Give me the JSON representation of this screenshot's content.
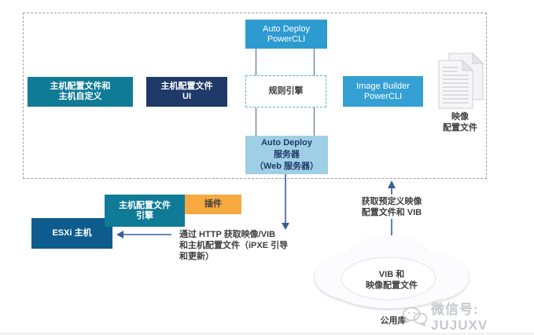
{
  "diagram": {
    "boxes": {
      "auto_deploy_powercli": "Auto Deploy\nPowerCLI",
      "host_profiles": "主机配置文件和\n主机自定义",
      "host_profiles_ui": "主机配置文件\nUI",
      "rules_engine": "规则引擎",
      "image_builder": "Image Builder\nPowerCLI",
      "auto_deploy_server": "Auto Deploy\n服务器\n（Web 服务器）",
      "host_profile_engine": "主机配置文件\n引擎",
      "plugin": "插件",
      "esxi_host": "ESXi 主机"
    },
    "notes": {
      "image_profiles_label": "映像\n配置文件",
      "http_fetch": "通过 HTTP 获取映像/VIB\n和主机配置文件（iPXE 引导\n和更新）",
      "fetch_predefined": "获取预定义映像\n配置文件和 VIB",
      "cloud_label": "VIB 和\n映像配置文件",
      "public_depot": "公用库"
    },
    "watermark": {
      "text": "微信号: JUJUXV"
    },
    "icons": {
      "image_profiles": "document-stack-icon",
      "public_depot": "cloud-icon",
      "watermark": "wechat-icon"
    },
    "colors": {
      "powercli_blue": "#2d9bd0",
      "image_builder_blue": "#35a0d4",
      "teal": "#107b96",
      "navy": "#1f3a68",
      "server_light_blue": "#9fcfe5",
      "plugin_orange": "#f5a93f",
      "esxi_blue": "#0d5c8d",
      "connector": "#5b7ca3",
      "arrow": "#3a5f95",
      "rules_dash": "#5fb4d8",
      "outer_dash": "#9aa0a6"
    }
  }
}
